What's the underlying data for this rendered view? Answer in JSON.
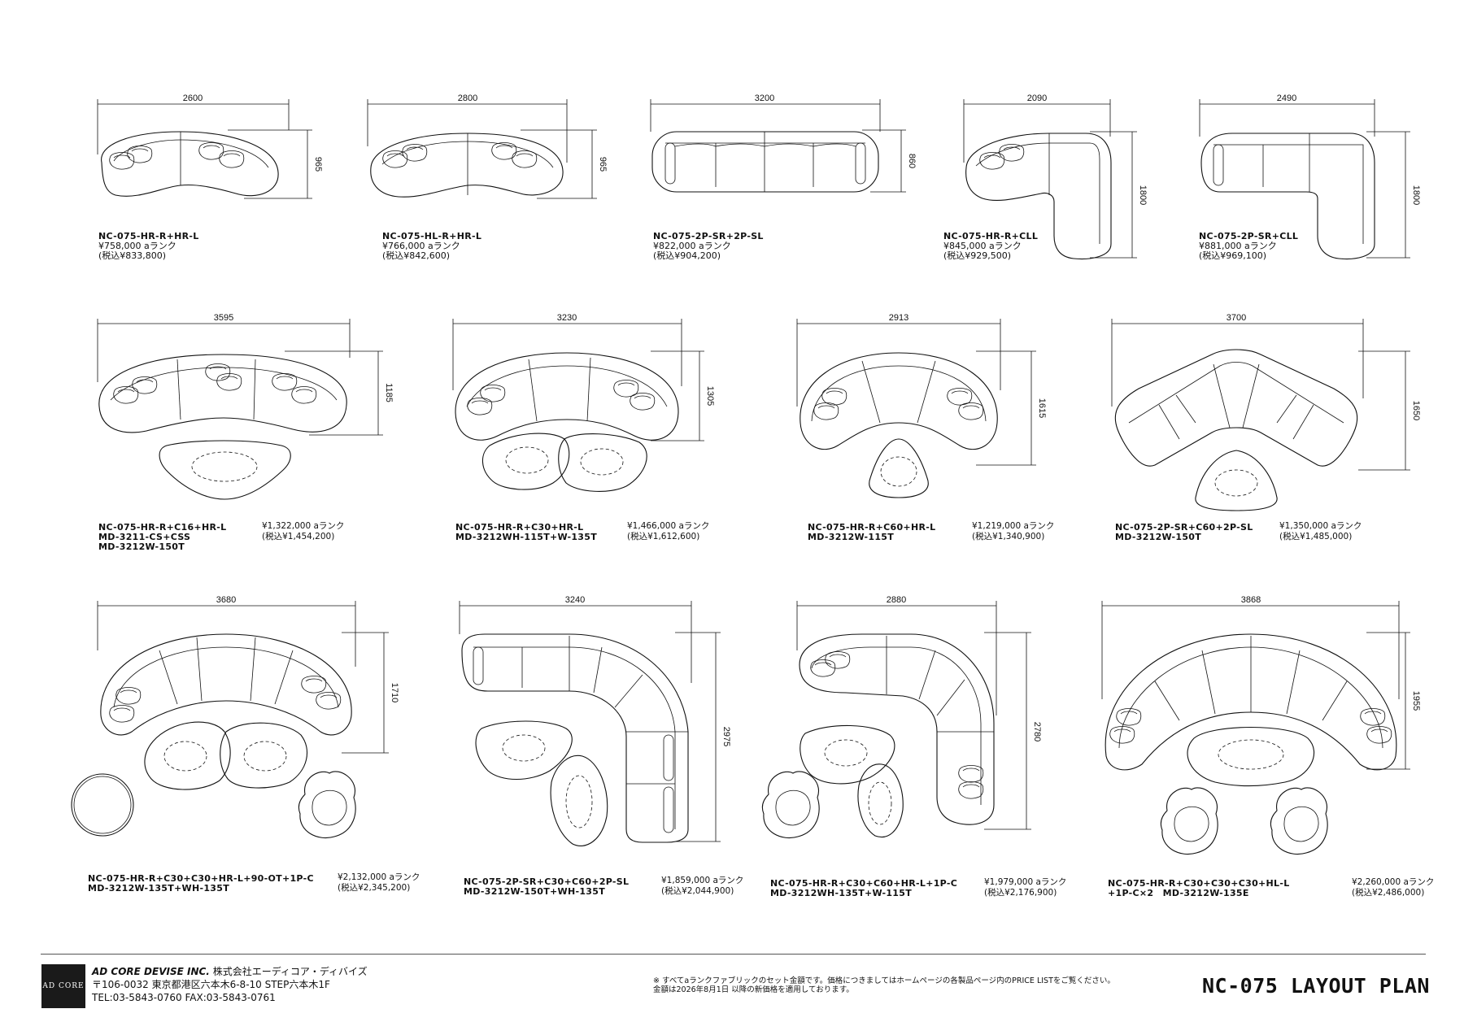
{
  "plans": [
    {
      "code": "NC-075-HR-R+HR-L",
      "price": "¥758,000 aランク",
      "tax_price": "(税込¥833,800)",
      "width": "2600",
      "depth": "965"
    },
    {
      "code": "NC-075-HL-R+HR-L",
      "price": "¥766,000 aランク",
      "tax_price": "(税込¥842,600)",
      "width": "2800",
      "depth": "965"
    },
    {
      "code": "NC-075-2P-SR+2P-SL",
      "price": "¥822,000 aランク",
      "tax_price": "(税込¥904,200)",
      "width": "3200",
      "depth": "860"
    },
    {
      "code": "NC-075-HR-R+CLL",
      "price": "¥845,000 aランク",
      "tax_price": "(税込¥929,500)",
      "width": "2090",
      "depth": "1800"
    },
    {
      "code": "NC-075-2P-SR+CLL",
      "price": "¥881,000 aランク",
      "tax_price": "(税込¥969,100)",
      "width": "2490",
      "depth": "1800"
    },
    {
      "code": "NC-075-HR-R+C16+HR-L",
      "code2": "MD-3211-CS+CSS",
      "code3": "MD-3212W-150T",
      "price": "¥1,322,000 aランク",
      "tax_price": "(税込¥1,454,200)",
      "width": "3595",
      "depth": "1185"
    },
    {
      "code": "NC-075-HR-R+C30+HR-L",
      "code2": "MD-3212WH-115T+W-135T",
      "price": "¥1,466,000 aランク",
      "tax_price": "(税込¥1,612,600)",
      "width": "3230",
      "depth": "1305"
    },
    {
      "code": "NC-075-HR-R+C60+HR-L",
      "code2": "MD-3212W-115T",
      "price": "¥1,219,000 aランク",
      "tax_price": "(税込¥1,340,900)",
      "width": "2913",
      "depth": "1615"
    },
    {
      "code": "NC-075-2P-SR+C60+2P-SL",
      "code2": "MD-3212W-150T",
      "price": "¥1,350,000 aランク",
      "tax_price": "(税込¥1,485,000)",
      "width": "3700",
      "depth": "1650"
    },
    {
      "code": "NC-075-HR-R+C30+C30+HR-L+90-OT+1P-C",
      "code2": "MD-3212W-135T+WH-135T",
      "price": "¥2,132,000 aランク",
      "tax_price": "(税込¥2,345,200)",
      "width": "3680",
      "depth": "1710"
    },
    {
      "code": "NC-075-2P-SR+C30+C60+2P-SL",
      "code2": "MD-3212W-150T+WH-135T",
      "price": "¥1,859,000 aランク",
      "tax_price": "(税込¥2,044,900)",
      "width": "3240",
      "depth": "2975"
    },
    {
      "code": "NC-075-HR-R+C30+C60+HR-L+1P-C",
      "code2": "MD-3212WH-135T+W-115T",
      "price": "¥1,979,000 aランク",
      "tax_price": "(税込¥2,176,900)",
      "width": "2880",
      "depth": "2780"
    },
    {
      "code": "NC-075-HR-R+C30+C30+C30+HL-L",
      "code2": "+1P-C×2　MD-3212W-135E",
      "price": "¥2,260,000 aランク",
      "tax_price": "(税込¥2,486,000)",
      "width": "3868",
      "depth": "1955"
    }
  ],
  "footer": {
    "logo": "AD CORE",
    "company_en": "AD CORE DEVISE INC.",
    "company_jp": "株式会社エーディコア・ディバイズ",
    "address": "〒106-0032 東京都港区六本木6-8-10 STEP六本木1F",
    "tel": "TEL:03-5843-0760  FAX:03-5843-0761",
    "note1": "※ すべてaランクファブリックのセット金額です。価格につきましてはホームページの各製品ページ内のPRICE LISTをご覧ください。",
    "note2": "金額は2026年8月1日 以降の新価格を適用しております。",
    "title": "NC-075  LAYOUT PLAN"
  }
}
